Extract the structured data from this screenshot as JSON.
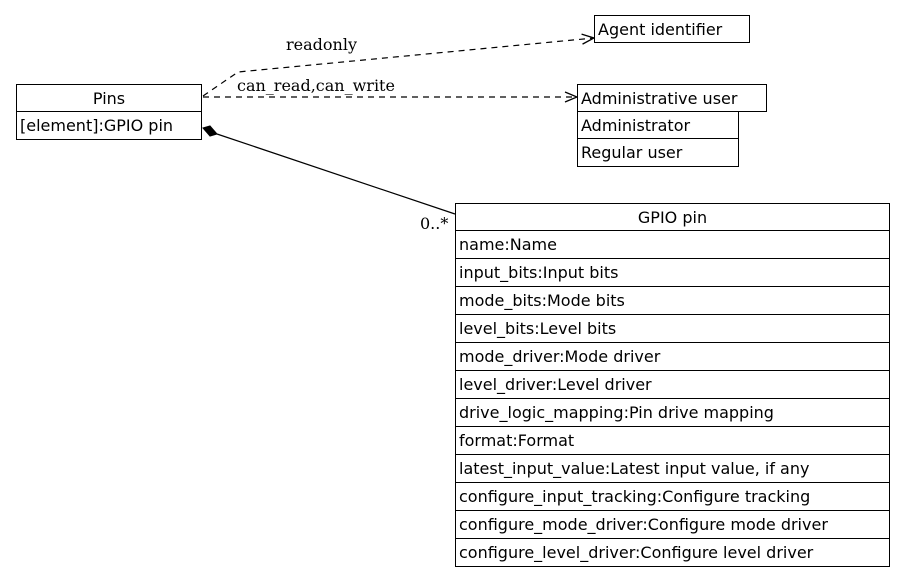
{
  "nodes": {
    "pins": {
      "title": "Pins",
      "attributes": [
        "[element]:GPIO pin"
      ]
    },
    "agent_identifier": {
      "title": "Agent identifier"
    },
    "administrative_user": {
      "title": "Administrative user",
      "items": [
        "Administrator",
        "Regular user"
      ]
    },
    "gpio_pin": {
      "title": "GPIO pin",
      "attributes": [
        "name:Name",
        "input_bits:Input bits",
        "mode_bits:Mode bits",
        "level_bits:Level bits",
        "mode_driver:Mode driver",
        "level_driver:Level driver",
        "drive_logic_mapping:Pin drive mapping",
        "format:Format",
        "latest_input_value:Latest input value, if any",
        "configure_input_tracking:Configure tracking",
        "configure_mode_driver:Configure mode driver",
        "configure_level_driver:Configure level driver"
      ]
    }
  },
  "edges": {
    "readonly": {
      "label": "readonly"
    },
    "can_read_write": {
      "label": "can_read,can_write"
    },
    "composition": {
      "multiplicity": "0..*"
    }
  }
}
